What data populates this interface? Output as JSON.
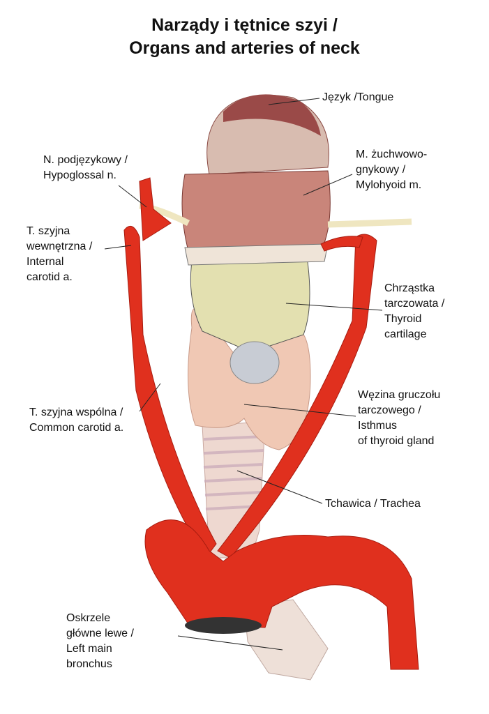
{
  "title": {
    "line1": "Narządy i tętnice szyi /",
    "line2": "Organs and arteries of neck"
  },
  "labels": {
    "tongue": {
      "l1": "Język /Tongue"
    },
    "mylohyoid": {
      "l1": "M. żuchwowo-",
      "l2": "gnykowy /",
      "l3": "Mylohyoid m."
    },
    "hypoglossal": {
      "l1": "N. podjęzykowy /",
      "l2": "Hypoglossal n."
    },
    "internal_carotid": {
      "l1": "T. szyjna",
      "l2": "wewnętrzna /",
      "l3": "Internal",
      "l4": "carotid a."
    },
    "thyroid_cartilage": {
      "l1": "Chrząstka",
      "l2": "tarczowata /",
      "l3": "Thyroid",
      "l4": "cartilage"
    },
    "common_carotid": {
      "l1": "T. szyjna wspólna /",
      "l2": "Common carotid a."
    },
    "isthmus": {
      "l1": "Węzina gruczołu",
      "l2": "tarczowego /",
      "l3": "Isthmus",
      "l4": "of thyroid gland"
    },
    "trachea": {
      "l1": "Tchawica / Trachea"
    },
    "bronchus": {
      "l1": "Oskrzele",
      "l2": "główne lewe /",
      "l3": "Left main",
      "l4": "bronchus"
    }
  },
  "colors": {
    "artery": "#e0301e",
    "muscle": "#c9857a",
    "cartilage": "#e3e0b0",
    "thyroid": "#f0c8b4",
    "trachea": "#eed8d0",
    "nerve": "#efe6c0"
  }
}
